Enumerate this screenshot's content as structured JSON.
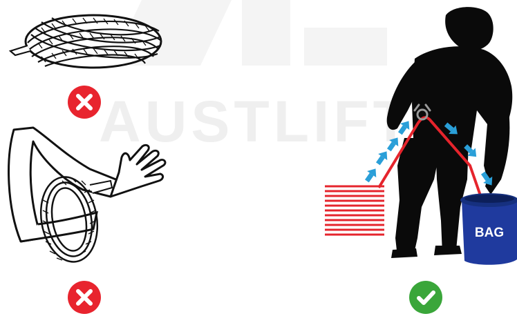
{
  "watermark": {
    "text": "AUSTLIFT",
    "color": "#f1f1f1"
  },
  "bag": {
    "label": "BAG",
    "color": "#1f3a9e",
    "rim_color": "#16307f"
  },
  "rope_color": "#e5242c",
  "arrow_color": "#2a9fd8",
  "status": {
    "wrong_color": "#e8242e",
    "correct_color": "#3aa63a"
  },
  "icons": {
    "wrong": "cross-icon",
    "correct": "check-icon"
  },
  "panels": [
    {
      "name": "coiled-rope",
      "verdict": "wrong"
    },
    {
      "name": "rope-around-arm",
      "verdict": "wrong"
    },
    {
      "name": "flaking-rope-into-bag",
      "verdict": "correct"
    }
  ]
}
